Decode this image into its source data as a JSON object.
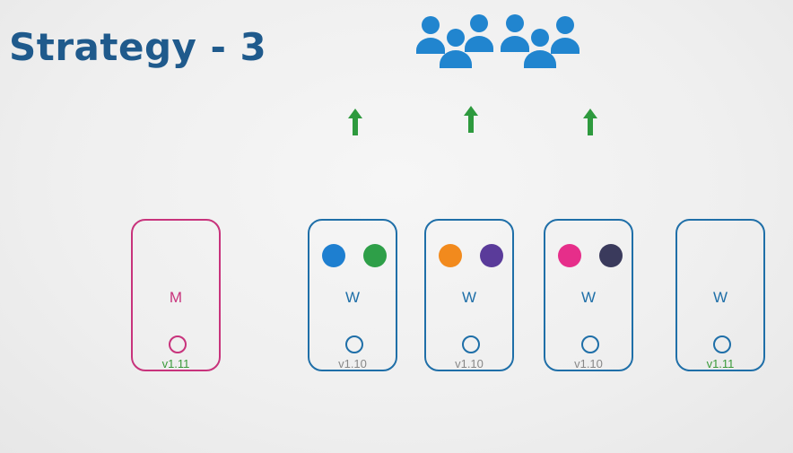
{
  "slide": {
    "title": "Strategy - 3"
  },
  "colors": {
    "title": "#1f5a8c",
    "worker_border": "#1f6fa8",
    "master_border": "#c8337c",
    "arrow": "#2e9a3e",
    "users": "#2185cf",
    "version_upgraded": "#3a9a3a",
    "version_old": "#888888"
  },
  "icons": {
    "users": "users-group-icon",
    "arrow": "up-arrow-icon",
    "kubelet": "kubelet-circle-icon"
  },
  "nodes": [
    {
      "label": "M",
      "role": "master",
      "version": "v1.11",
      "upgraded": true,
      "pods": []
    },
    {
      "label": "W",
      "role": "worker",
      "version": "v1.10",
      "upgraded": false,
      "pods": [
        "#1e7fd0",
        "#2e9f48"
      ]
    },
    {
      "label": "W",
      "role": "worker",
      "version": "v1.10",
      "upgraded": false,
      "pods": [
        "#f28a1d",
        "#5a3b9a"
      ]
    },
    {
      "label": "W",
      "role": "worker",
      "version": "v1.10",
      "upgraded": false,
      "pods": [
        "#e62e8a",
        "#3a3a5c"
      ]
    },
    {
      "label": "W",
      "role": "worker",
      "version": "v1.11",
      "upgraded": true,
      "pods": []
    }
  ]
}
